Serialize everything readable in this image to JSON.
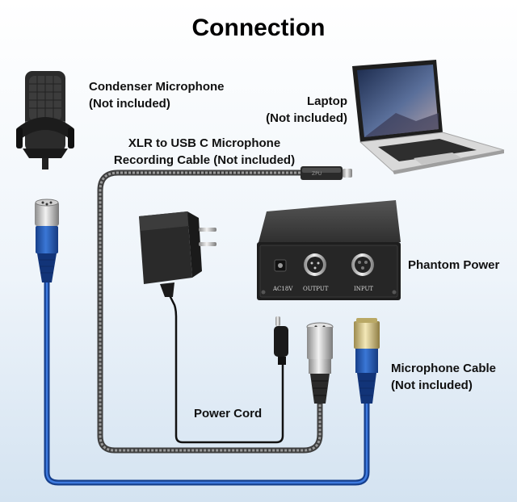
{
  "title": "Connection",
  "labels": {
    "condenser_microphone": "Condenser Microphone",
    "condenser_not_included": "(Not included)",
    "laptop": "Laptop",
    "laptop_not_included": "(Not included)",
    "xlr_cable_line1": "XLR to USB C Microphone",
    "xlr_cable_line2": "Recording Cable (Not included)",
    "phantom_power": "Phantom Power",
    "power_cord": "Power Cord",
    "microphone_cable": "Microphone Cable",
    "microphone_cable_not_included": "(Not included)"
  },
  "device_markings": {
    "dc_port": "AC18V",
    "output_port": "OUTPUT",
    "input_port": "INPUT"
  },
  "colors": {
    "blue_cable": "#1f56b8",
    "braided_cable": "#6f6f6f",
    "device_body": "#1e1e1e"
  }
}
